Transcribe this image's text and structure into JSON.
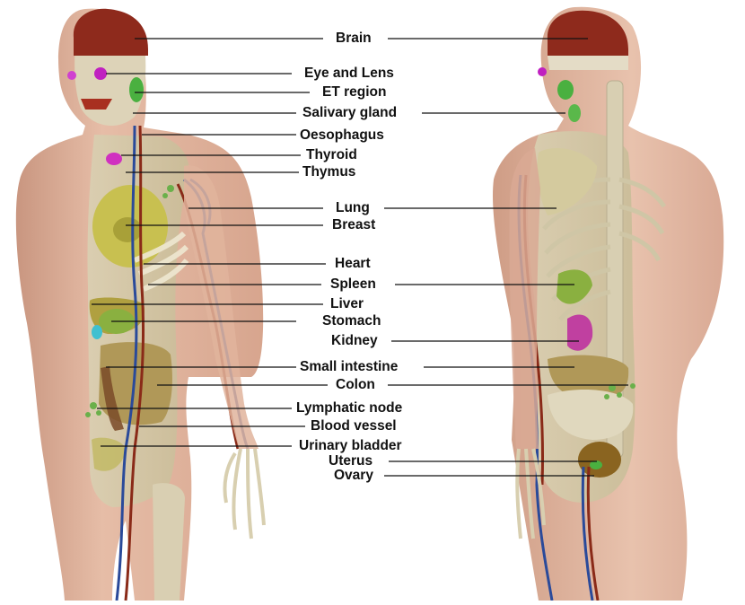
{
  "figure": {
    "labels": [
      {
        "id": "brain",
        "text": "Brain"
      },
      {
        "id": "eye-and-lens",
        "text": "Eye and Lens"
      },
      {
        "id": "et-region",
        "text": "ET region"
      },
      {
        "id": "salivary-gland",
        "text": "Salivary gland"
      },
      {
        "id": "oesophagus",
        "text": "Oesophagus"
      },
      {
        "id": "thyroid",
        "text": "Thyroid"
      },
      {
        "id": "thymus",
        "text": "Thymus"
      },
      {
        "id": "lung",
        "text": "Lung"
      },
      {
        "id": "breast",
        "text": "Breast"
      },
      {
        "id": "heart",
        "text": "Heart"
      },
      {
        "id": "spleen",
        "text": "Spleen"
      },
      {
        "id": "liver",
        "text": "Liver"
      },
      {
        "id": "stomach",
        "text": "Stomach"
      },
      {
        "id": "kidney",
        "text": "Kidney"
      },
      {
        "id": "small-intestine",
        "text": "Small intestine"
      },
      {
        "id": "colon",
        "text": "Colon"
      },
      {
        "id": "lymphatic-node",
        "text": "Lymphatic node"
      },
      {
        "id": "blood-vessel",
        "text": "Blood vessel"
      },
      {
        "id": "urinary-bladder",
        "text": "Urinary bladder"
      },
      {
        "id": "uterus",
        "text": "Uterus"
      },
      {
        "id": "ovary",
        "text": "Ovary"
      }
    ]
  },
  "colors": {
    "skin": "#e2b59e",
    "skin_shade": "#c99680",
    "bone": "#e4dcc0",
    "brain": "#8e2a1c",
    "lung": "#c8c8b8",
    "breast": "#c8c050",
    "liver": "#b0a040",
    "stomach": "#8ab040",
    "kidney": "#c040a0",
    "colon": "#7a4a28",
    "intestine": "#b09858",
    "vessel_vein": "#2a4a9a",
    "vessel_artery": "#8a2a18",
    "gland": "#4ab040",
    "eye": "#c020c0",
    "uterus": "#8a6420",
    "leader_line": "#111111"
  }
}
